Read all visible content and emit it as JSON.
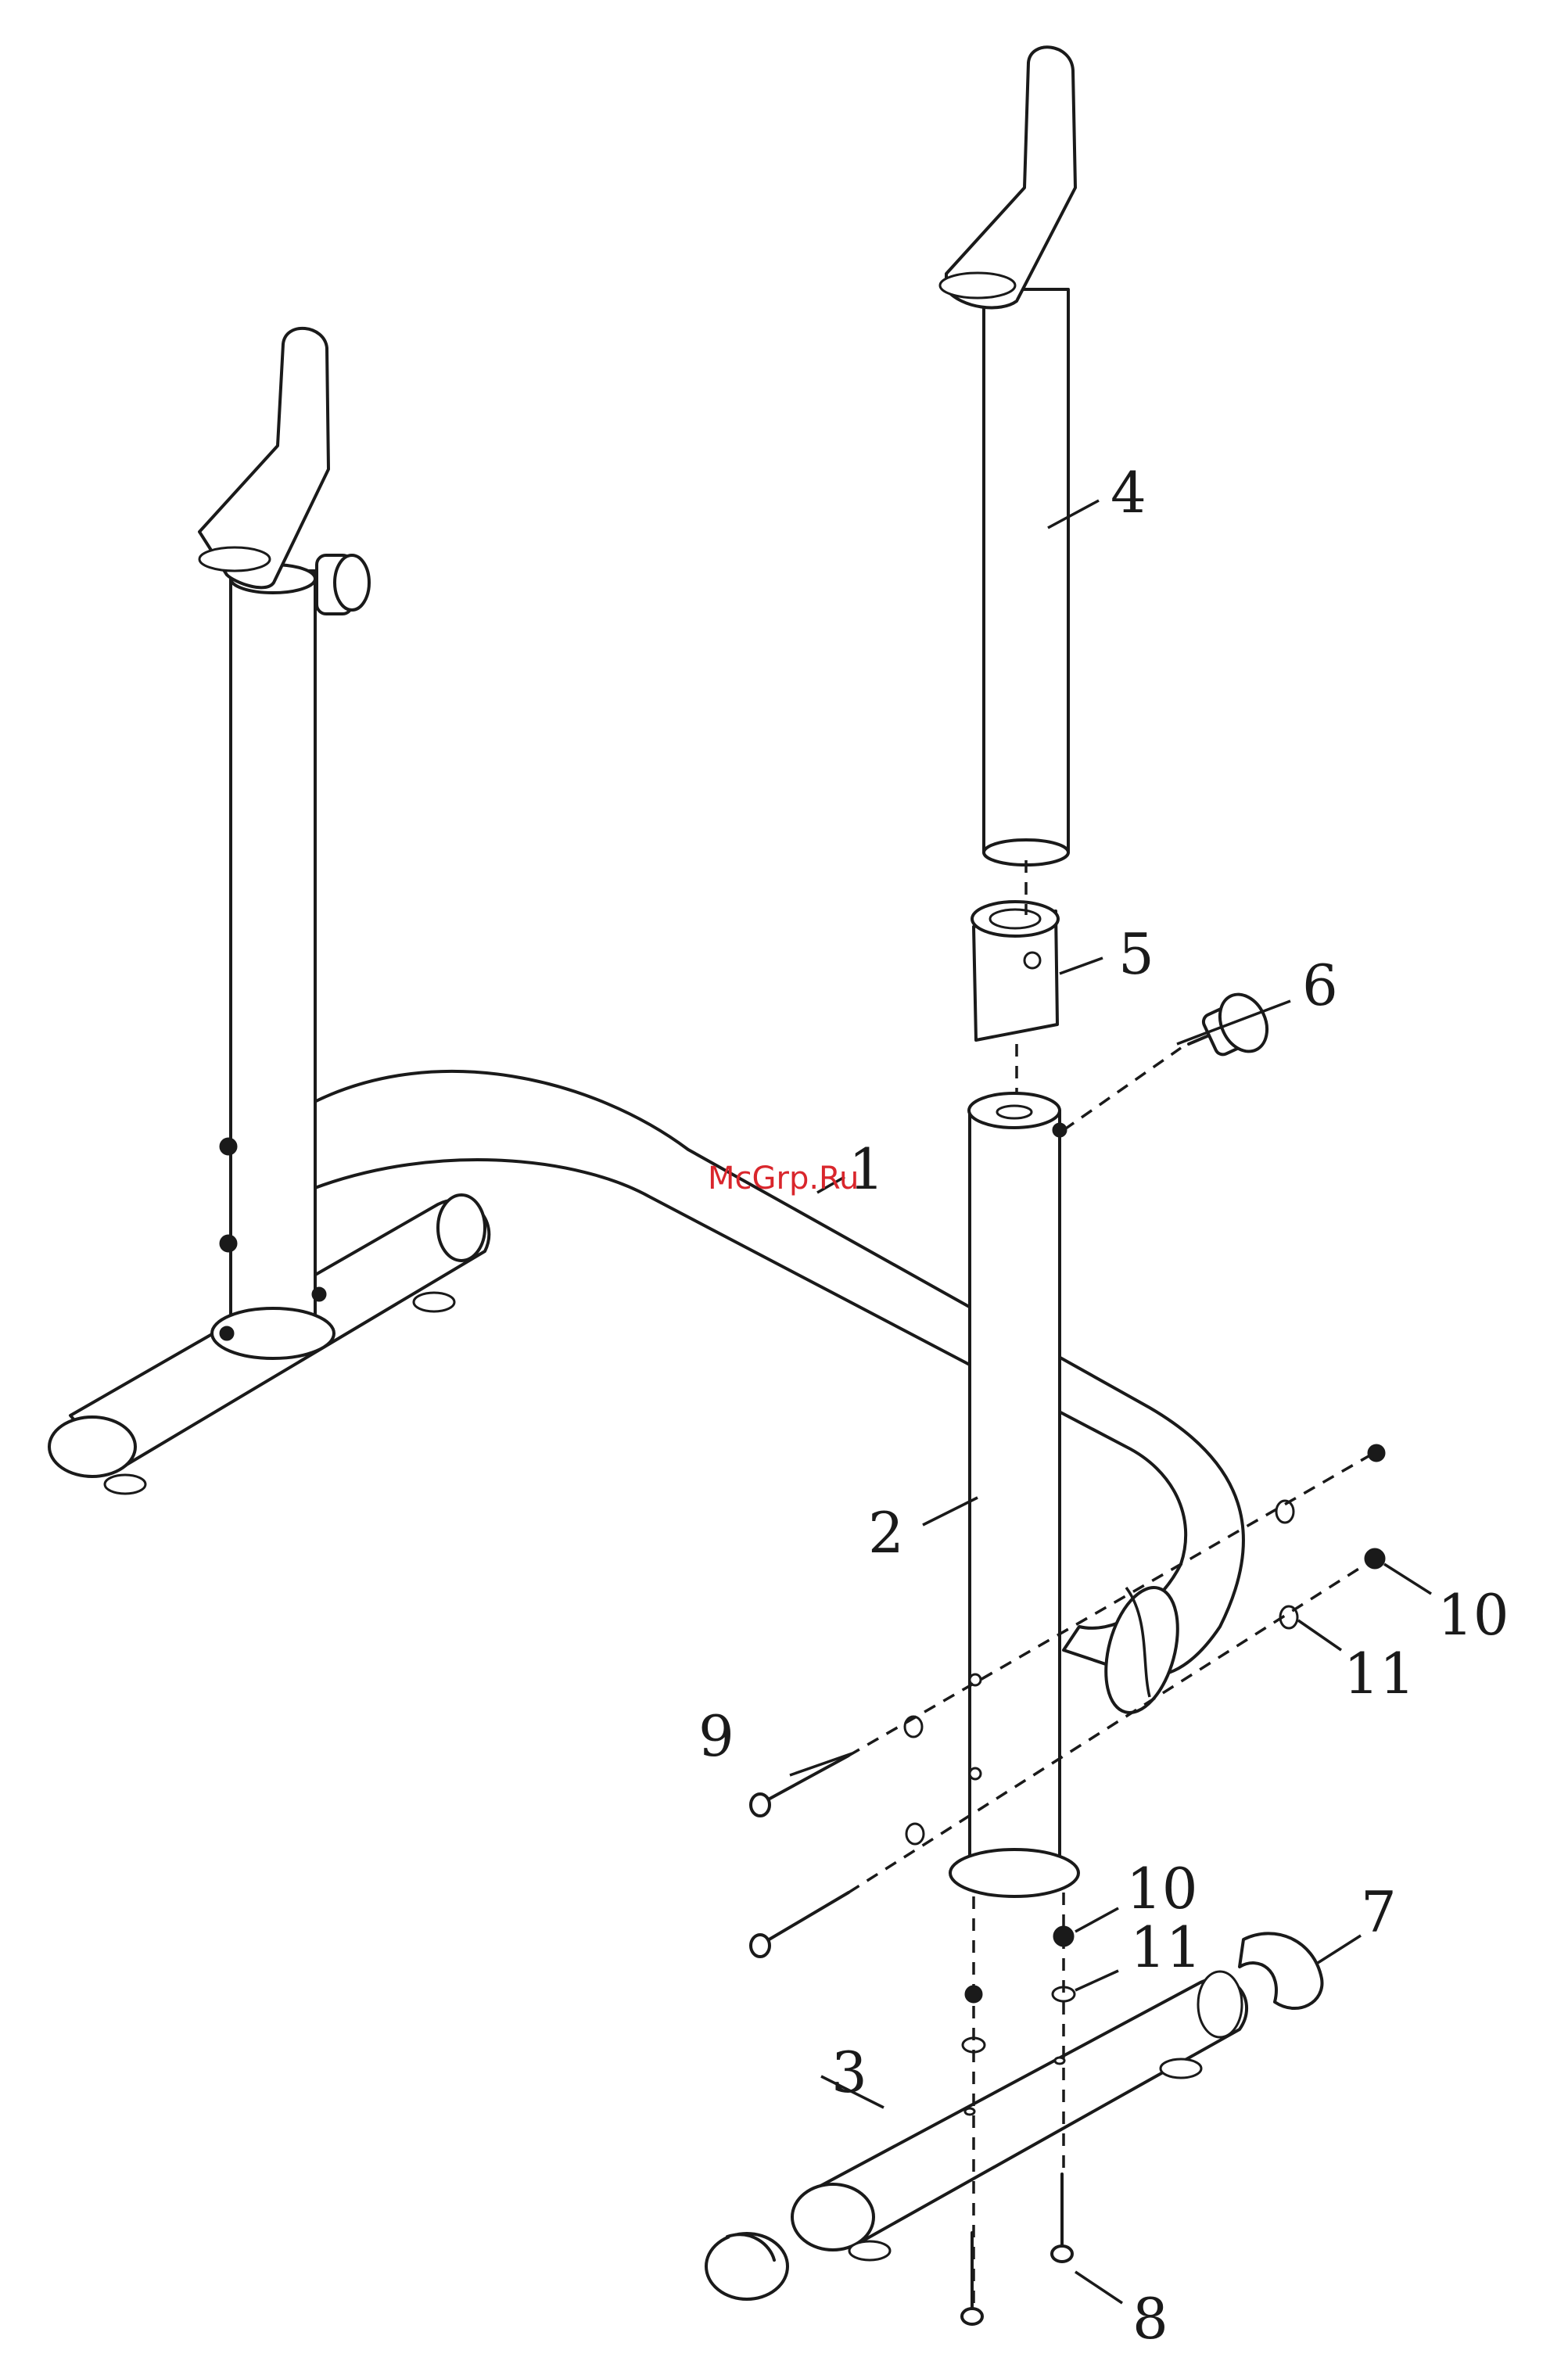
{
  "watermark": "McGrp.Ru",
  "callouts": {
    "p1": "1",
    "p2": "2",
    "p3": "3",
    "p4": "4",
    "p5": "5",
    "p6": "6",
    "p7": "7",
    "p8": "8",
    "p9": "9",
    "p10a": "10",
    "p10b": "10",
    "p11a": "11",
    "p11b": "11"
  }
}
